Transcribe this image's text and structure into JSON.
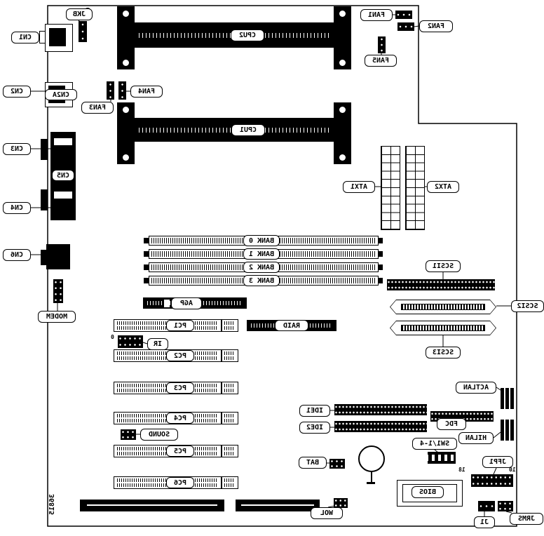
{
  "part_number": "36815",
  "callouts": {
    "cn1": "CN1",
    "jkb": "JKB",
    "fan1": "FAN1",
    "fan2": "FAN2",
    "fan5": "FAN5",
    "cn2": "CN2",
    "cn2a": "CN2A",
    "fan3": "FAN3",
    "fan4": "FAN4",
    "cpu2": "CPU2",
    "cpu1": "CPU1",
    "cn3": "CN3",
    "cn5": "CN5",
    "cn4": "CN4",
    "cn6": "CN6",
    "modem": "MODEM",
    "atx1": "ATX1",
    "atx2": "ATX2",
    "scsi1": "SCSI1",
    "scsi2": "SCSI2",
    "scsi3": "SCSI3",
    "agp": "AGP",
    "raid": "RAID",
    "ir": "IR",
    "sound": "SOUND",
    "actlan": "ACTLAN",
    "hilan": "HILAN",
    "ide1": "IDE1",
    "ide2": "IDE2",
    "fdc": "FDC",
    "sw1": "SW1/1-4",
    "bat": "BAT",
    "jfp1": "JFP1",
    "bios": "BIOS",
    "wol": "WOL",
    "j1": "J1",
    "jrms": "JRMS"
  },
  "pins": {
    "jfp1_left": "18",
    "jfp1_right": "10",
    "ir": "0"
  },
  "banks": [
    {
      "label": "BANK 0"
    },
    {
      "label": "BANK 1"
    },
    {
      "label": "BANK 2"
    },
    {
      "label": "BANK 3"
    }
  ],
  "pci": [
    {
      "label": "PC1"
    },
    {
      "label": "PC2"
    },
    {
      "label": "PC3"
    },
    {
      "label": "PC4"
    },
    {
      "label": "PC5"
    },
    {
      "label": "PC6"
    }
  ],
  "colors": {
    "line": "#000000",
    "fill": "#000000",
    "background": "#ffffff"
  }
}
